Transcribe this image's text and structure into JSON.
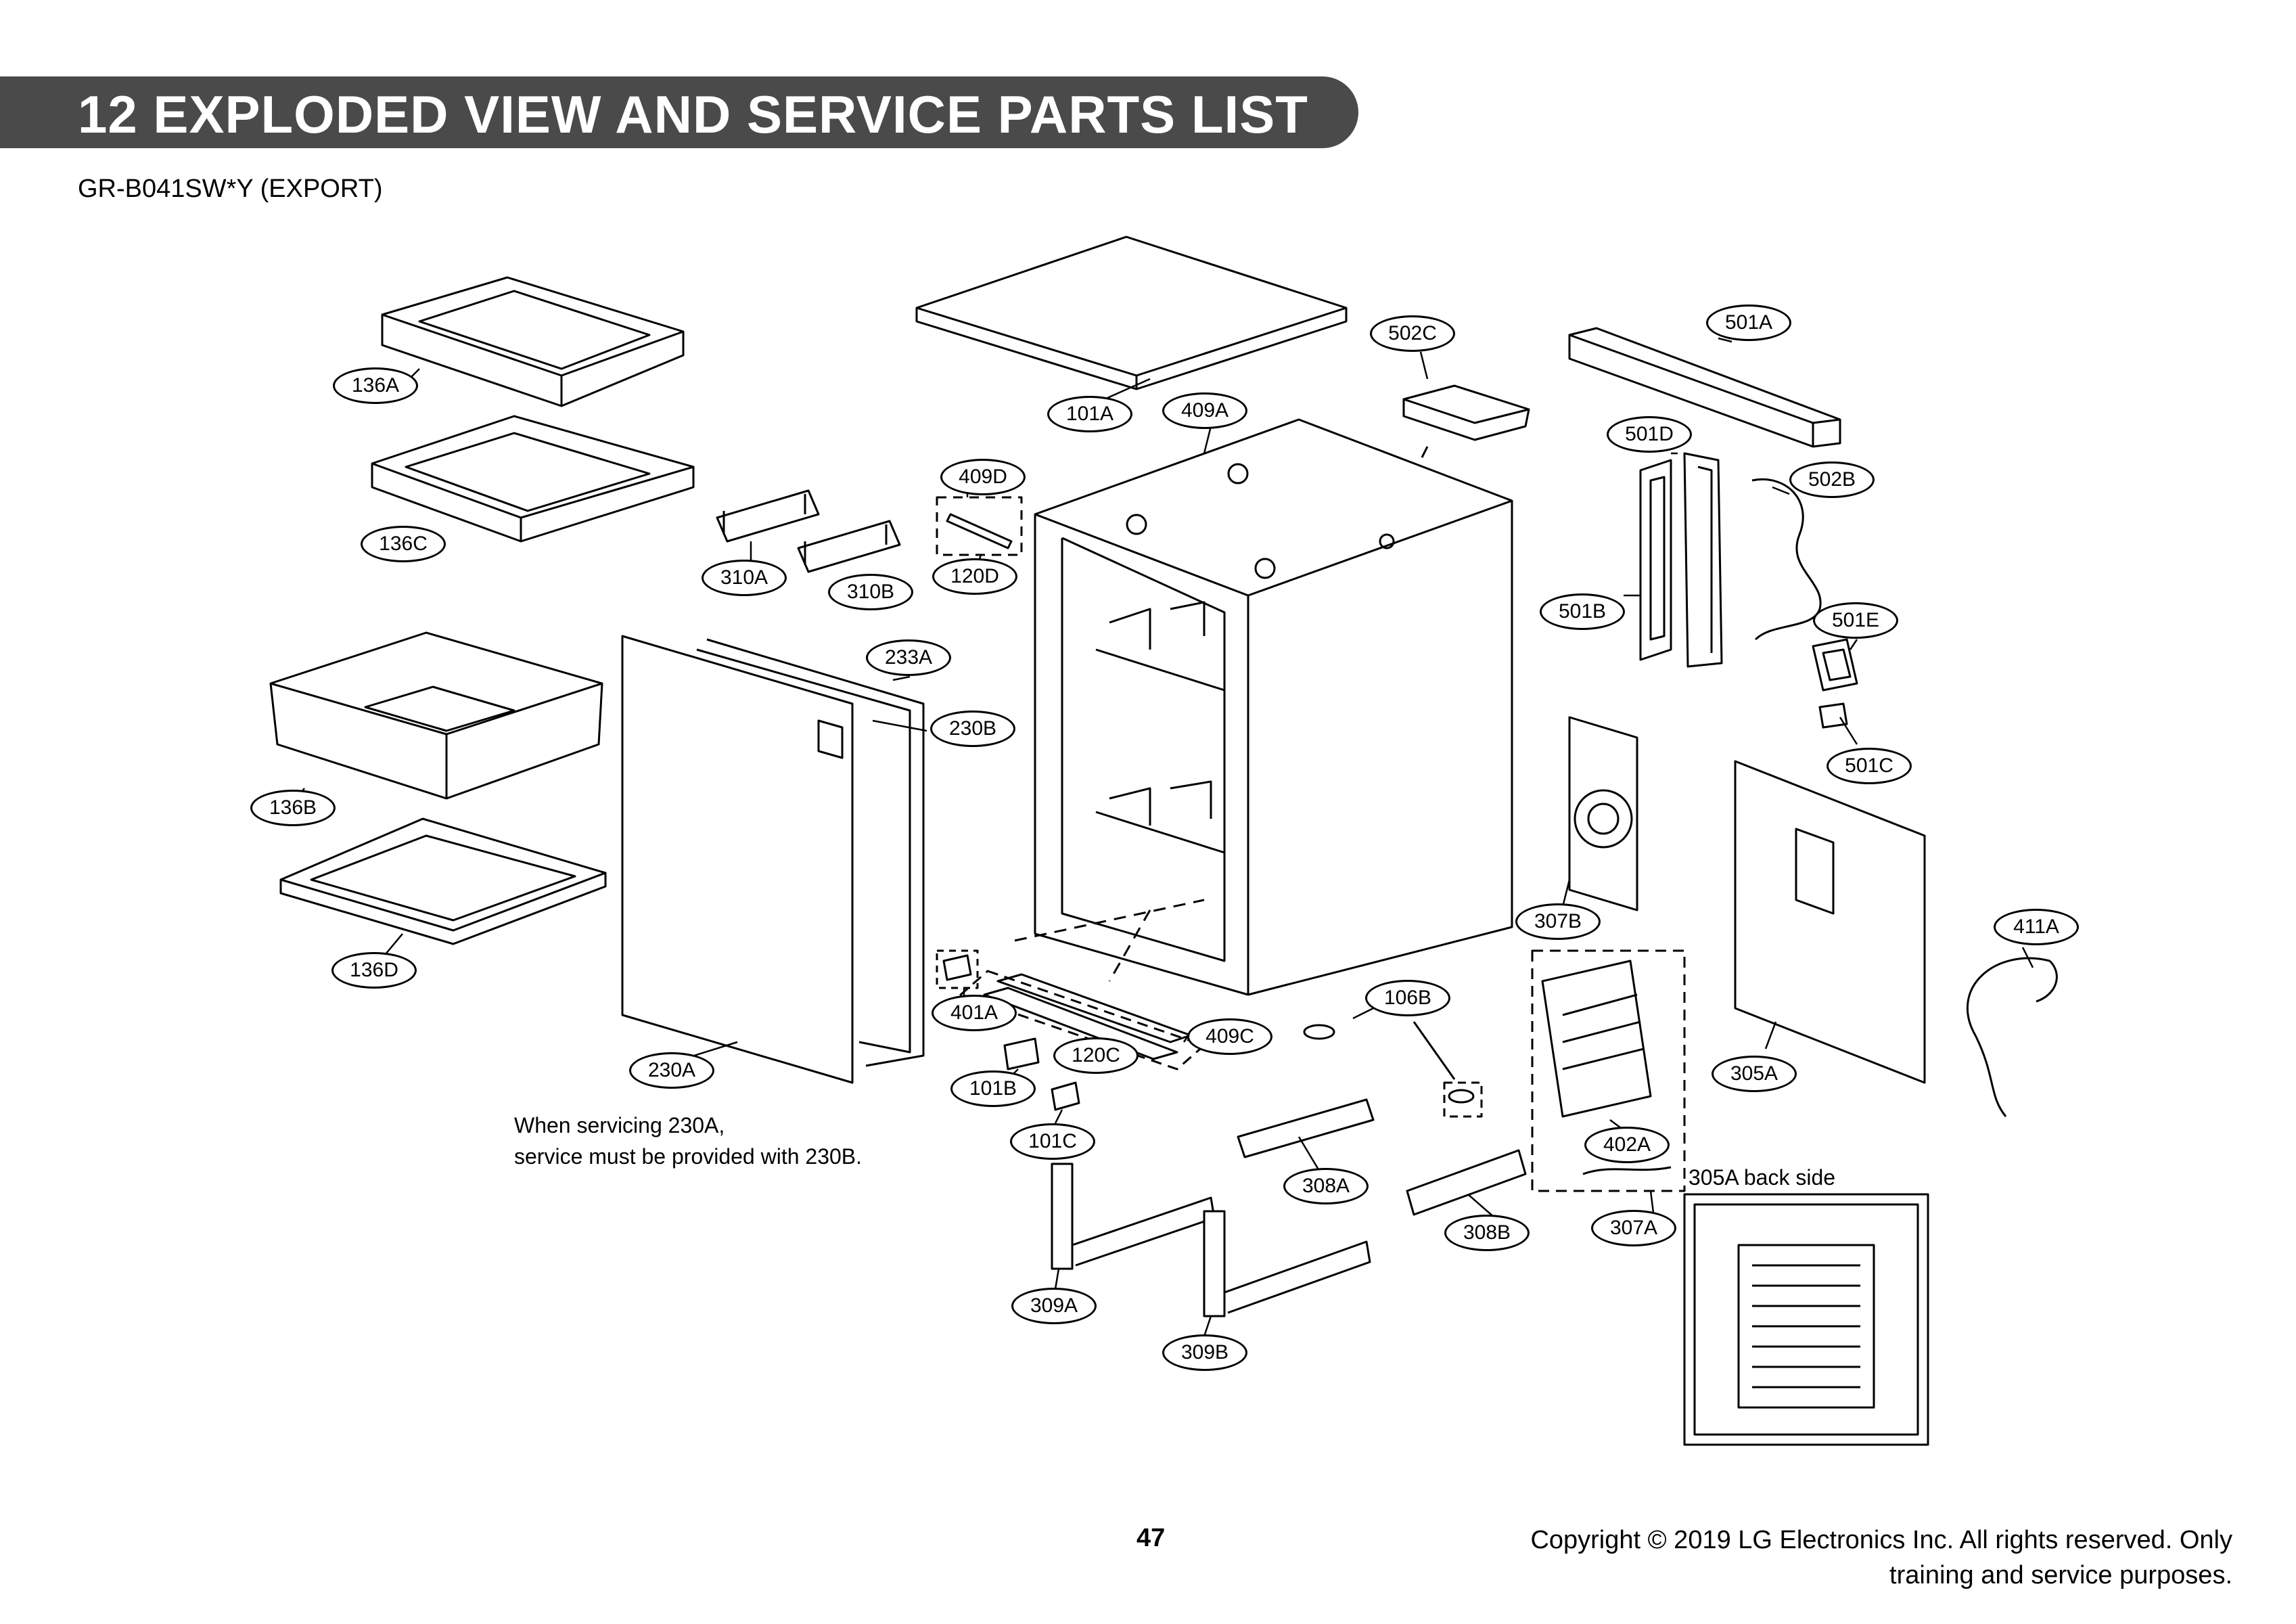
{
  "header": {
    "title": "12 EXPLODED VIEW AND SERVICE PARTS LIST",
    "model": "GR-B041SW*Y (EXPORT)"
  },
  "note": {
    "line1": "When servicing 230A,",
    "line2": "service must be provided with 230B."
  },
  "backside_label": "305A back side",
  "labels": {
    "l136A": "136A",
    "l136C": "136C",
    "l136B": "136B",
    "l136D": "136D",
    "l101A": "101A",
    "l409A": "409A",
    "l502C": "502C",
    "l501A": "501A",
    "l501D": "501D",
    "l502B": "502B",
    "l409D": "409D",
    "l310A": "310A",
    "l310B": "310B",
    "l120D": "120D",
    "l501B": "501B",
    "l501E": "501E",
    "l233A": "233A",
    "l230B": "230B",
    "l501C": "501C",
    "l307B": "307B",
    "l411A": "411A",
    "l401A": "401A",
    "l106B": "106B",
    "l409C": "409C",
    "l120C": "120C",
    "l101B": "101B",
    "l230A": "230A",
    "l305A": "305A",
    "l101C": "101C",
    "l402A": "402A",
    "l308A": "308A",
    "l308B": "308B",
    "l307A": "307A",
    "l309A": "309A",
    "l309B": "309B"
  },
  "footer": {
    "page_number": "47",
    "copyright_line1": "Copyright © 2019 LG Electronics Inc. All rights reserved. Only",
    "copyright_line2": "training and service purposes."
  }
}
